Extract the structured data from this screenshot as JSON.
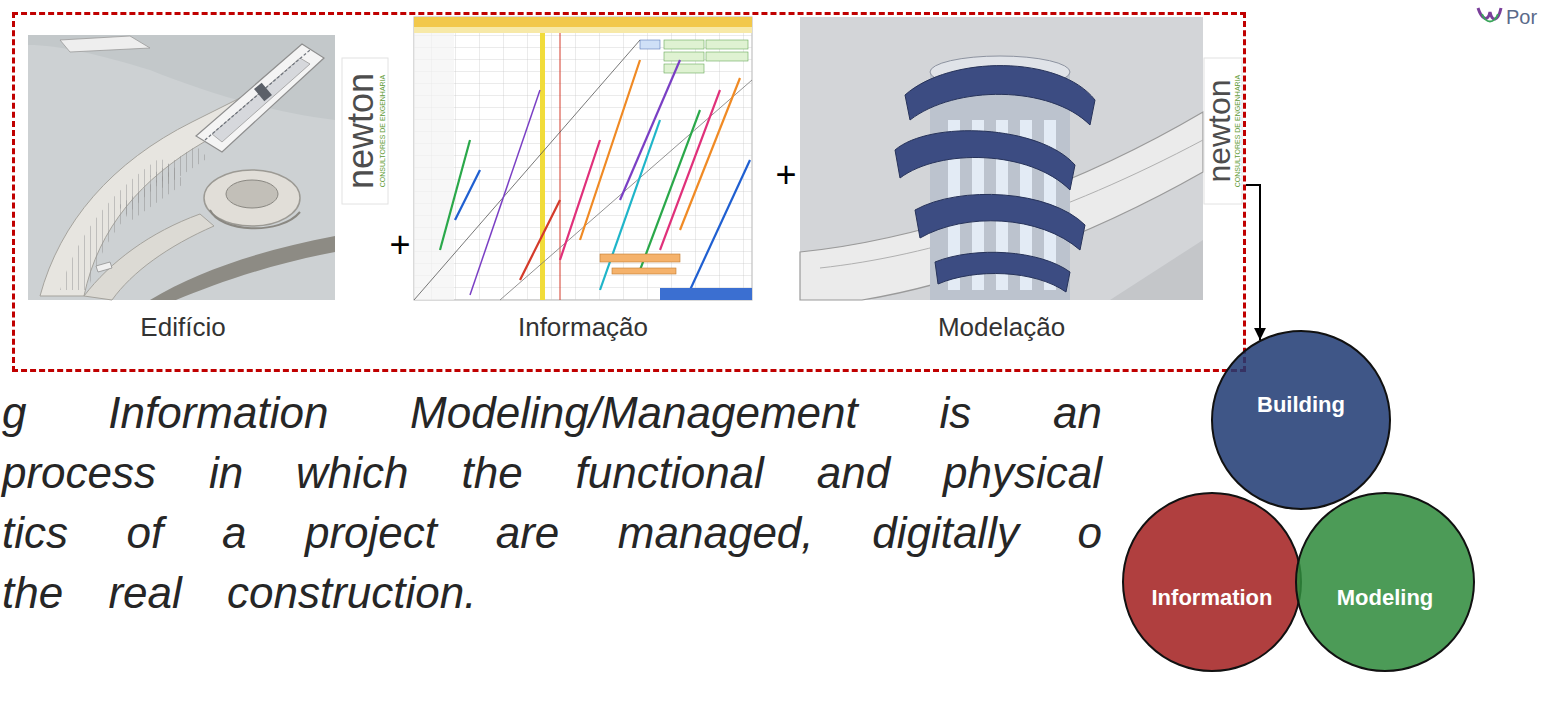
{
  "diagram": {
    "nodes": [
      {
        "text": []
      },
      {
        "text": [
          "Edifício"
        ],
        "in": 0
      },
      {
        "text": [
          "Informação"
        ],
        "in": 0
      },
      {
        "text": [
          "Modelação"
        ],
        "in": 0
      },
      {
        "text": [
          "Building"
        ]
      },
      {
        "text": [
          "Information"
        ]
      },
      {
        "text": [
          "Modeling"
        ]
      }
    ],
    "edges": [
      {
        "from": 0,
        "to": 4,
        "arrow": "to"
      }
    ],
    "labels": [
      "Por",
      "newton",
      "CONSULTORES DE ENGENHARIA",
      "+",
      "+",
      "newton",
      "CONSULTORES DE ENGENHARIA",
      "g Information Modeling/Management is an process in which the functional and physical tics of a project are managed, digitally o the real construction."
    ]
  }
}
